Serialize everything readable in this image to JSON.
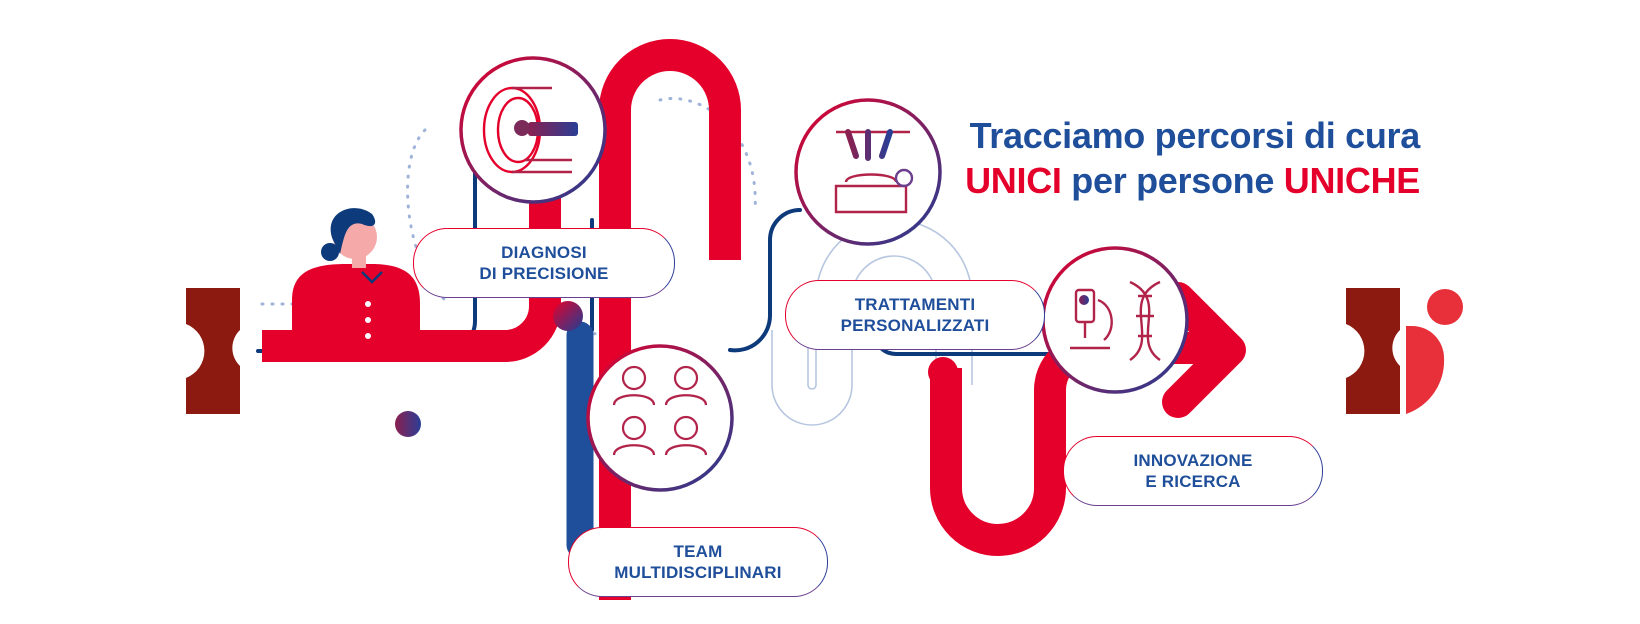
{
  "headline": {
    "line1": "Tracciamo percorsi di cura",
    "accent1": "UNICI",
    "middle": "per persone",
    "accent2": "UNICHE"
  },
  "steps": [
    {
      "line1": "DIAGNOSI",
      "line2": "DI PRECISIONE",
      "icon": "mri-scanner-icon"
    },
    {
      "line1": "TEAM",
      "line2": "MULTIDISCIPLINARI",
      "icon": "medical-team-icon"
    },
    {
      "line1": "TRATTAMENTI",
      "line2": "PERSONALIZZATI",
      "icon": "robotic-surgery-icon"
    },
    {
      "line1": "INNOVAZIONE",
      "line2": "E RICERCA",
      "icon": "microscope-dna-icon"
    }
  ],
  "colors": {
    "red": "#e4002b",
    "blue": "#1f4e9a",
    "navy": "#0d3a7a",
    "dark_red": "#8c1a10",
    "purple": "#6a3f8e",
    "skin": "#f6a9a9"
  }
}
